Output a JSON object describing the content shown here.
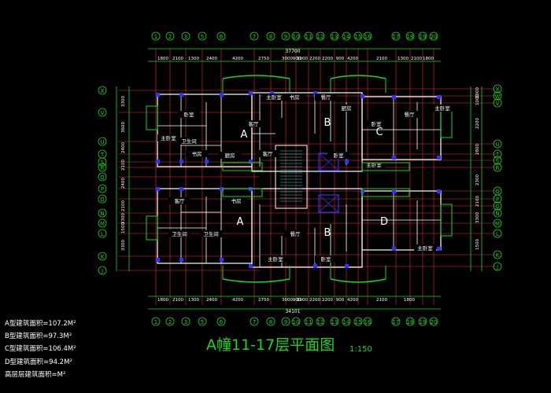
{
  "title": "A幢11-17层平面图",
  "scale": "1:150",
  "notes": [
    "A型建筑面积=107.2M²",
    "B型建筑面积=97.3M²",
    "C型建筑面积=106.4M²",
    "D型建筑面积=94.2M²",
    "高层层建筑面积=M²"
  ],
  "axes_top": [
    "1",
    "2",
    "3",
    "5",
    "6",
    "7",
    "8",
    "9",
    "10",
    "11",
    "12",
    "13",
    "14",
    "15",
    "16",
    "17",
    "18",
    "19",
    "20"
  ],
  "axes_bottom": [
    "1",
    "2",
    "3",
    "5",
    "6",
    "7",
    "8",
    "9",
    "10",
    "11",
    "12",
    "13",
    "14",
    "15",
    "16",
    "17",
    "18",
    "19",
    "20"
  ],
  "axes_left": [
    "X",
    "V",
    "U",
    "T",
    "S",
    "R",
    "Q",
    "P",
    "O",
    "N",
    "M",
    "L",
    "K",
    "J"
  ],
  "axes_right": [
    "X",
    "W",
    "V",
    "U",
    "T",
    "S",
    "R",
    "Q",
    "P",
    "O",
    "N",
    "M",
    "L",
    "K",
    "J"
  ],
  "dims_top": [
    "1800",
    "2100",
    "1300",
    "2400",
    "4200",
    "2750",
    "3000",
    "900",
    "1900",
    "2200",
    "2200",
    "900",
    "4200",
    "2100",
    "1300",
    "2100",
    "1800"
  ],
  "dims_top_total": "37700",
  "dims_bottom": [
    "1800",
    "2100",
    "1300",
    "2400",
    "4200",
    "2750",
    "3000",
    "900",
    "1900",
    "2200",
    "2200",
    "900",
    "4200",
    "2100",
    "1800"
  ],
  "dims_bottom_total": "34101",
  "dims_left": [
    "3300",
    "3600",
    "2400",
    "2100",
    "2400",
    "2100",
    "2300",
    "1500",
    "3300"
  ],
  "dims_right": [
    "1000",
    "1000",
    "2200",
    "2800",
    "2300",
    "2100",
    "3300",
    "1500"
  ],
  "unit_letters": [
    "A",
    "A",
    "B",
    "B",
    "C",
    "D"
  ],
  "rooms": [
    "主卧室",
    "书房",
    "餐厅",
    "厨房",
    "客厅",
    "卧室",
    "主卧室",
    "卫生间",
    "书房",
    "卧室",
    "主卧室",
    "餐厅",
    "厨房",
    "客厅",
    "卧室",
    "主卧室",
    "客厅",
    "书房",
    "卫生间",
    "卫生间",
    "主卧室",
    "餐厅",
    "卧室",
    "主卧室"
  ],
  "colors": {
    "green": "#19d719",
    "red": "#e63232",
    "white": "#ffffff",
    "blue": "#3030ff",
    "cyan": "#2ad6d6",
    "magenta": "#d93ad9",
    "yellow": "#e6e62a"
  }
}
